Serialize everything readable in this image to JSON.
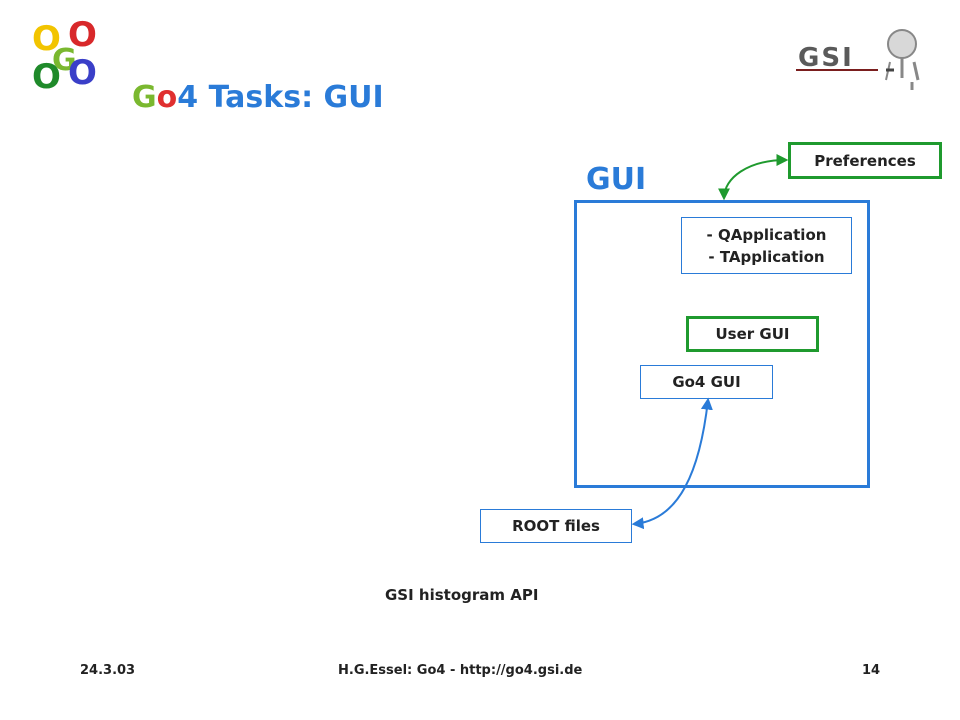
{
  "title": {
    "g": "G",
    "o": "o",
    "rest": "4 Tasks: GUI"
  },
  "logo_letters": [
    "O",
    "G",
    "O",
    "O",
    "O"
  ],
  "logo_gsi_text": "GSI",
  "gui_label": "GUI",
  "boxes": {
    "preferences": "Preferences",
    "app_line1": "- QApplication",
    "app_line2": "- TApplication",
    "user_gui": "User GUI",
    "go4_gui": "Go4 GUI",
    "root_files": "ROOT files"
  },
  "histogram_api": "GSI histogram API",
  "footer": {
    "date": "24.3.03",
    "author": "H.G.Essel: Go4 - http://go4.gsi.de",
    "page": "14"
  },
  "colors": {
    "blue": "#2a7bd8",
    "green": "#1f9a2e",
    "red": "#e03030",
    "yellow": "#f2c400"
  },
  "icons": [
    "go4-logo",
    "gsi-logo",
    "double-arrow"
  ]
}
